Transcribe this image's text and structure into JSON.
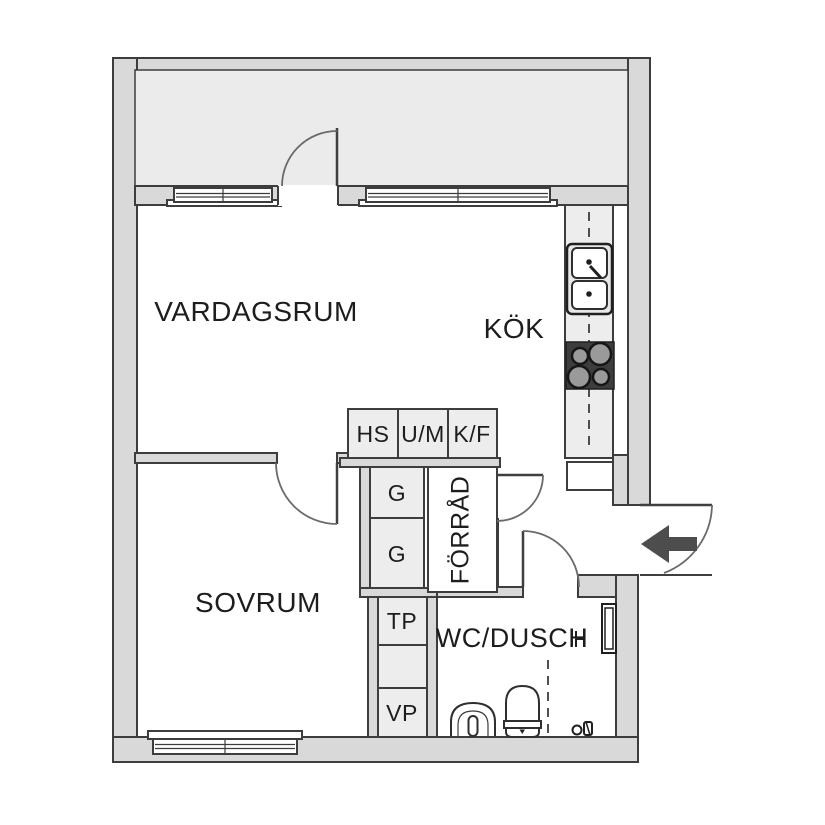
{
  "plan": {
    "rooms": {
      "living_room": {
        "label": "VARDAGSRUM"
      },
      "kitchen": {
        "label": "KÖK"
      },
      "bedroom": {
        "label": "SOVRUM"
      },
      "bathroom": {
        "label": "WC/DUSCH"
      },
      "storage": {
        "label": "FÖRRÅD"
      }
    },
    "closets": {
      "hs": "HS",
      "um": "U/M",
      "kf": "K/F",
      "g_upper": "G",
      "g_lower": "G",
      "tp": "TP",
      "vp": "VP"
    },
    "colors": {
      "wall_fill": "#d9d9d9",
      "wall_line": "#3d3d3d",
      "balcony_fill": "#ebebeb",
      "closet_fill": "#ededed",
      "room_fill": "#ffffff",
      "stove_fill": "#3d3d3d",
      "burner_fill": "#9a9a9a",
      "entry_arrow_fill": "#4d4d4d",
      "text_color": "#1d1d1d"
    }
  }
}
